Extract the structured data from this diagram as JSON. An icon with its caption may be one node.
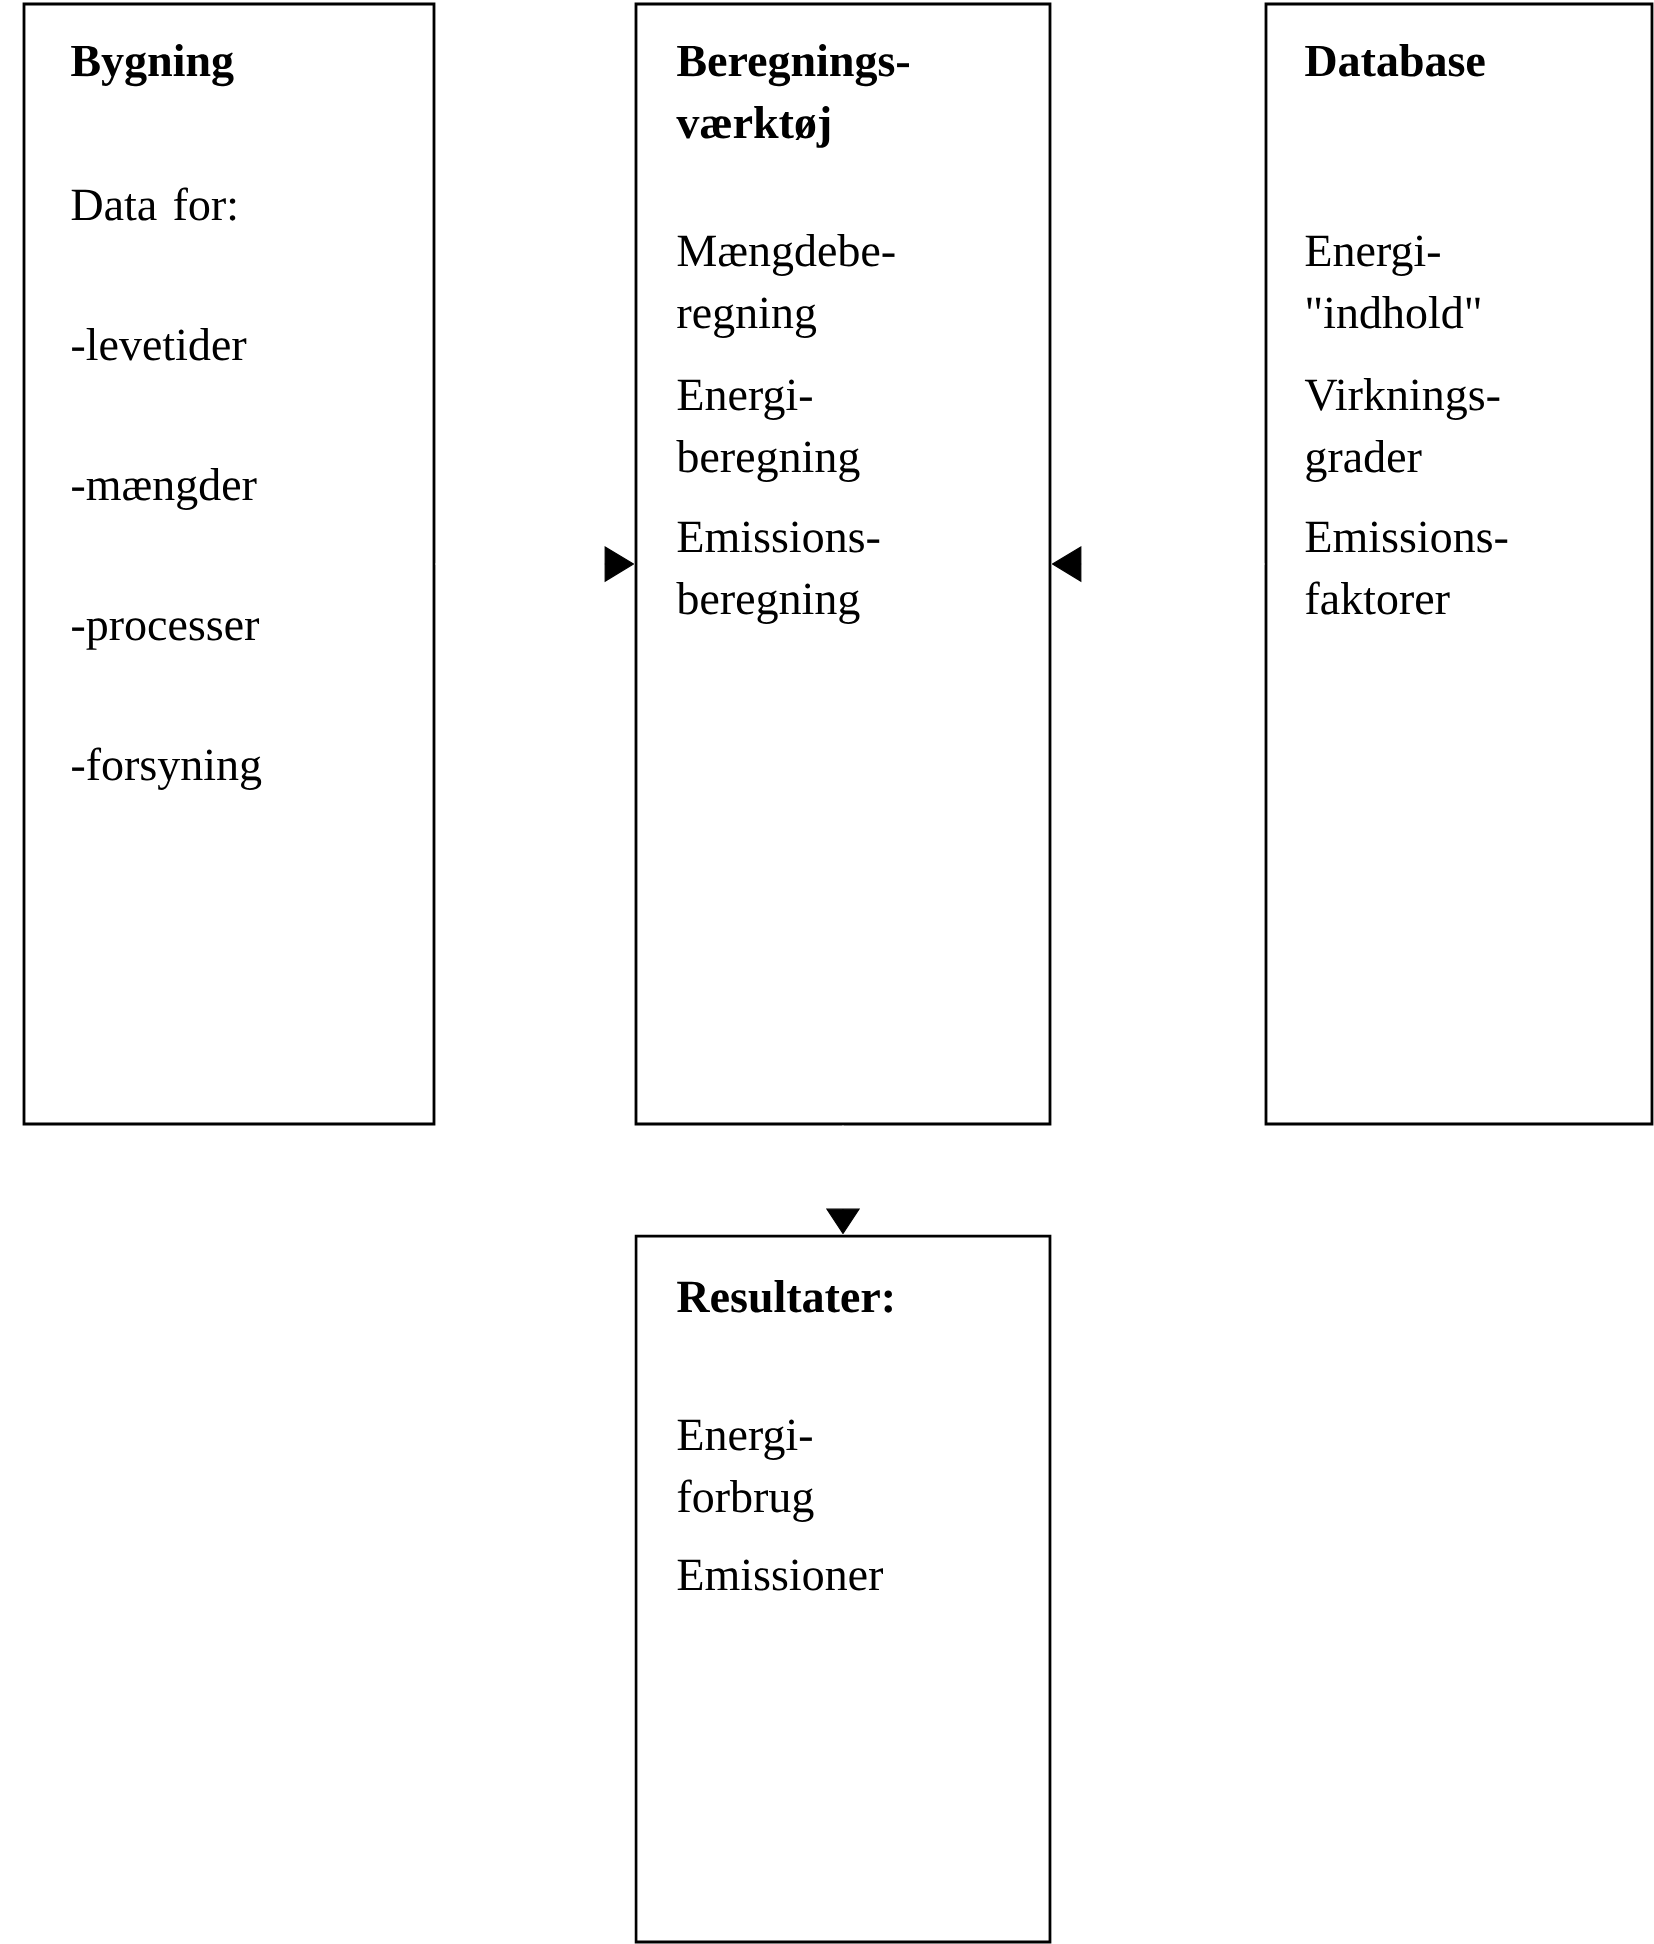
{
  "diagram": {
    "nodes": [
      {
        "text": [
          "Bygning",
          "Data for:",
          "-levetider",
          "-mængder",
          "-processer",
          "-forsyning"
        ]
      },
      {
        "text": [
          "Beregnings- værktøj",
          "Mængdebe- regning",
          "Energi- beregning",
          "Emissions- beregning"
        ]
      },
      {
        "text": [
          "Database",
          "Energi- \"indhold\"",
          "Virknings- grader",
          "Emissions- faktorer"
        ]
      },
      {
        "text": [
          "Resultater:",
          "Energi- forbrug",
          "Emissioner"
        ]
      }
    ],
    "edges": [
      {
        "from": 0,
        "to": 1,
        "arrow": "to"
      },
      {
        "from": 2,
        "to": 1,
        "arrow": "to"
      },
      {
        "from": 1,
        "to": 3,
        "arrow": "to"
      }
    ]
  }
}
